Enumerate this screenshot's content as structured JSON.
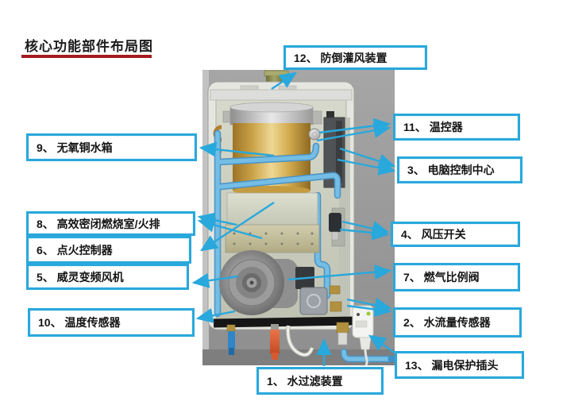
{
  "title": {
    "text": "核心功能部件布局图"
  },
  "labels": {
    "l1": {
      "num": "1",
      "text": "1、 水过滤装置"
    },
    "l2": {
      "num": "2",
      "text": "2、 水流量传感器"
    },
    "l3": {
      "num": "3",
      "text": "3、 电脑控制中心"
    },
    "l4": {
      "num": "4",
      "text": "4、  风压开关"
    },
    "l5": {
      "num": "5",
      "text": "5、 威灵变频风机"
    },
    "l6": {
      "num": "6",
      "text": "6、 点火控制器"
    },
    "l7": {
      "num": "7",
      "text": "7、 燃气比例阀"
    },
    "l8": {
      "num": "8",
      "text": "8、 高效密闭燃烧室/火排"
    },
    "l9": {
      "num": "9",
      "text": "9、 无氧铜水箱"
    },
    "l10": {
      "num": "10",
      "text": "10、 温度传感器"
    },
    "l11": {
      "num": "11",
      "text": "11、 温控器"
    },
    "l12": {
      "num": "12",
      "text": "12、 防倒灌风装置"
    },
    "l13": {
      "num": "13",
      "text": "13、 漏电保护插头"
    }
  },
  "colors": {
    "callout_border": "#29a8dc",
    "callout_arrow": "#29a8dc",
    "title_underline": "#a61b1b",
    "tank_gold": "#d9b868",
    "pipe_blue": "#64b1da",
    "flue_olive": "#8f9053",
    "hot_outlet_orange": "#e2653a",
    "cold_inlet_blue": "#2f86c8"
  }
}
